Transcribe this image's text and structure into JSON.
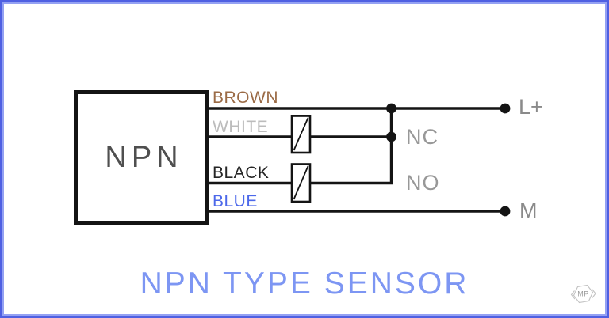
{
  "diagram": {
    "sensor_label": "NPN",
    "title": "NPN TYPE SENSOR",
    "wires": [
      {
        "name": "brown",
        "label": "BROWN",
        "color": "#9b6b46"
      },
      {
        "name": "white",
        "label": "WHITE",
        "color": "#bcbcbc"
      },
      {
        "name": "black",
        "label": "BLACK",
        "color": "#262626"
      },
      {
        "name": "blue",
        "label": "BLUE",
        "color": "#4c68ea"
      }
    ],
    "contacts": [
      {
        "label": "NC"
      },
      {
        "label": "NO"
      }
    ],
    "terminals": [
      {
        "label": "L+"
      },
      {
        "label": "M"
      }
    ],
    "logo_text": "MP",
    "colors": {
      "ink": "#141414",
      "frame_outer": "#4f60e2",
      "frame_inner": "#94a1f3",
      "title_blue": "#7d96f3",
      "contact_label_gray": "#989898",
      "terminal_label_gray": "#8a8a8a",
      "sensor_text_gray": "#4f4f4f"
    }
  }
}
